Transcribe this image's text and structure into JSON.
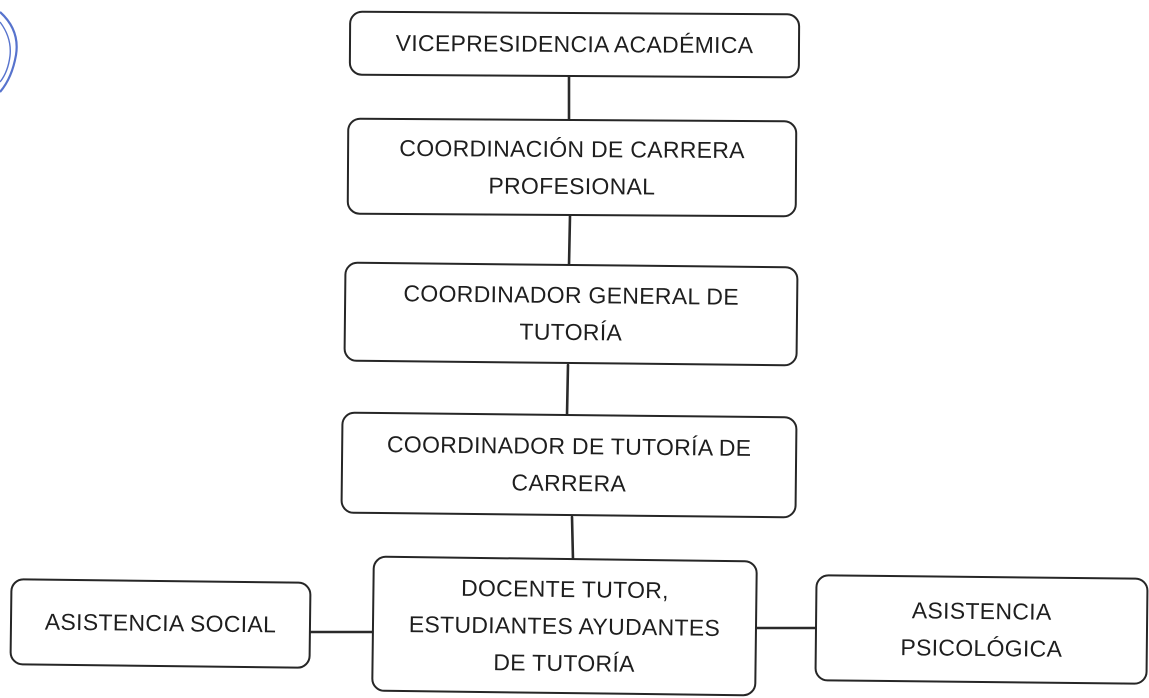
{
  "org_chart": {
    "nodes": {
      "vicepresidencia": "VICEPRESIDENCIA ACADÉMICA",
      "coord_carrera": "COORDINACIÓN DE CARRERA\nPROFESIONAL",
      "coord_general": "COORDINADOR GENERAL DE\nTUTORÍA",
      "coord_tutoria": "COORDINADOR DE TUTORÍA DE\nCARRERA",
      "docente": "DOCENTE TUTOR,\nESTUDIANTES AYUDANTES\nDE TUTORÍA",
      "asist_social": "ASISTENCIA SOCIAL",
      "asist_psico": "ASISTENCIA\nPSICOLÓGICA"
    },
    "edges": [
      [
        "vicepresidencia",
        "coord_carrera"
      ],
      [
        "coord_carrera",
        "coord_general"
      ],
      [
        "coord_general",
        "coord_tutoria"
      ],
      [
        "coord_tutoria",
        "docente"
      ],
      [
        "asist_social",
        "docente"
      ],
      [
        "docente",
        "asist_psico"
      ]
    ]
  },
  "colors": {
    "line": "#262626",
    "text": "#1e1e1e",
    "seal": "#3a5bc4"
  }
}
